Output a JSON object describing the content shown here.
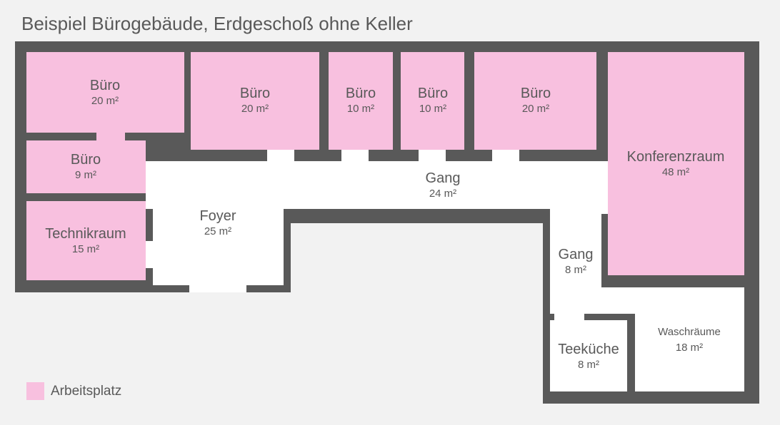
{
  "title": "Beispiel Bürogebäude, Erdgeschoß ohne Keller",
  "colors": {
    "wall": "#595959",
    "workplace": "#f8c0df",
    "other": "#ffffff",
    "background": "#f2f2f2"
  },
  "rooms": [
    {
      "name": "Büro",
      "area": "20 m²",
      "workplace": true
    },
    {
      "name": "Büro",
      "area": "9 m²",
      "workplace": true
    },
    {
      "name": "Technikraum",
      "area": "15 m²",
      "workplace": true
    },
    {
      "name": "Büro",
      "area": "20 m²",
      "workplace": true
    },
    {
      "name": "Büro",
      "area": "10 m²",
      "workplace": true
    },
    {
      "name": "Büro",
      "area": "10 m²",
      "workplace": true
    },
    {
      "name": "Büro",
      "area": "20 m²",
      "workplace": true
    },
    {
      "name": "Konferenzraum",
      "area": "48 m²",
      "workplace": true
    },
    {
      "name": "Gang",
      "area": "24 m²",
      "workplace": false
    },
    {
      "name": "Foyer",
      "area": "25 m²",
      "workplace": false
    },
    {
      "name": "Gang",
      "area": "8 m²",
      "workplace": false
    },
    {
      "name": "Teeküche",
      "area": "8 m²",
      "workplace": false
    },
    {
      "name": "Waschräume",
      "area": "18 m²",
      "workplace": false
    }
  ],
  "legend": {
    "label": "Arbeitsplatz"
  }
}
